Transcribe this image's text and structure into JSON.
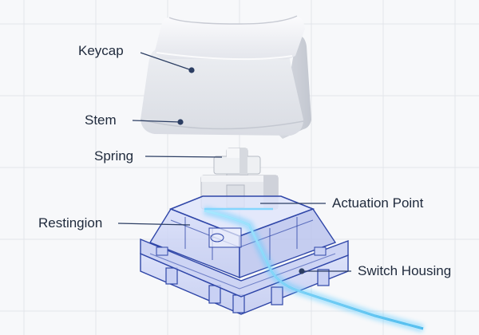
{
  "diagram": {
    "labels": {
      "keycap": "Keycap",
      "stem": "Stem",
      "spring": "Spring",
      "restingion": "Restingion",
      "actuation_point": "Actuation Point",
      "switch_housing": "Switch Housing"
    },
    "colors": {
      "background": "#f7f8fa",
      "grid": "#e3e6ea",
      "text": "#1f2a3c",
      "leader": "#2c3e63",
      "keycap": "#e7e9ee",
      "housing_outline": "#2f46a8",
      "housing_fill": "#c5cdf2",
      "glow": "#35b8ef"
    }
  }
}
